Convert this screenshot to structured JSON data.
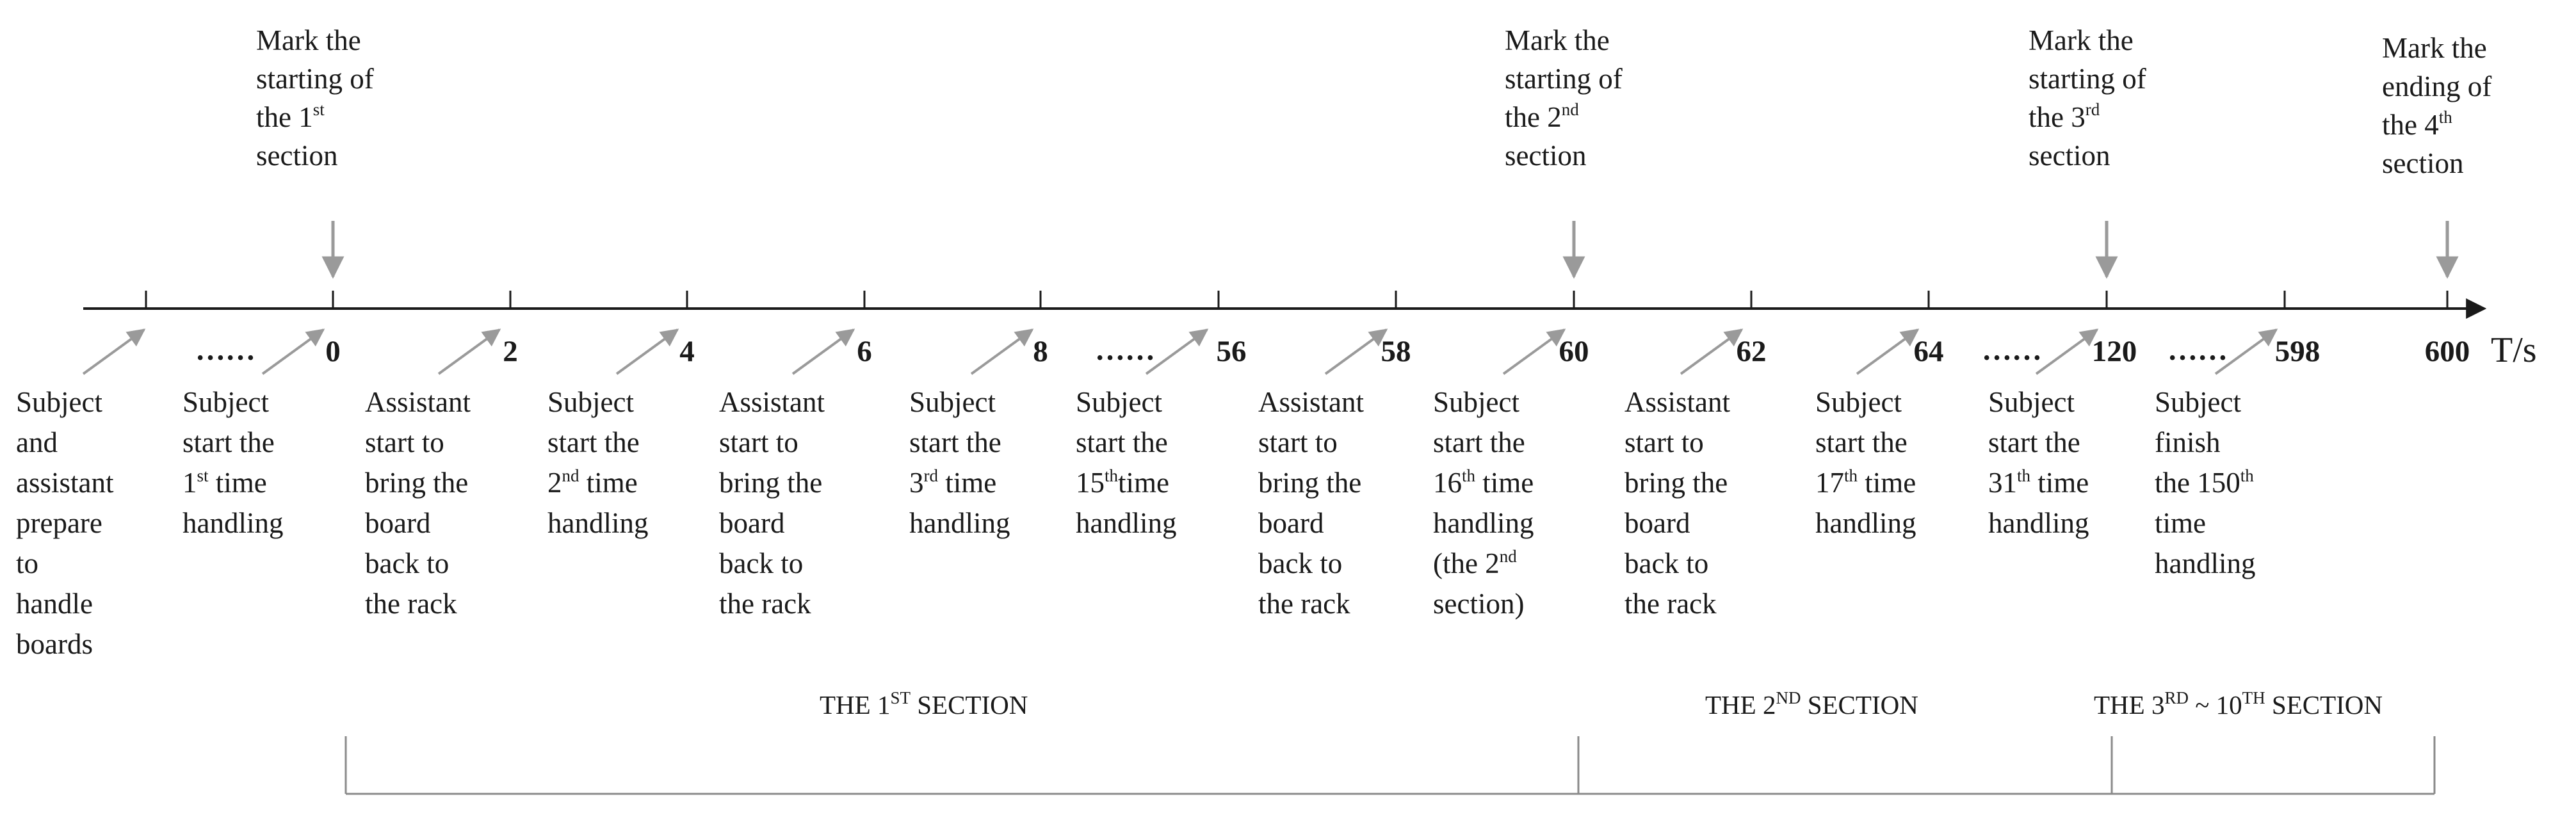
{
  "timeline": {
    "unit": "T/s",
    "ticks": [
      "0",
      "2",
      "4",
      "6",
      "8",
      "56",
      "58",
      "60",
      "62",
      "64",
      "120",
      "598",
      "600"
    ],
    "ellipsis": "……"
  },
  "markers": [
    {
      "lines": [
        [
          "Mark the"
        ],
        [
          "starting of"
        ],
        [
          "the 1",
          "st"
        ],
        [
          "section"
        ]
      ]
    },
    {
      "lines": [
        [
          "Mark the"
        ],
        [
          "starting of"
        ],
        [
          "the 2",
          "nd"
        ],
        [
          "section"
        ]
      ]
    },
    {
      "lines": [
        [
          "Mark the"
        ],
        [
          "starting of"
        ],
        [
          "the 3",
          "rd"
        ],
        [
          "section"
        ]
      ]
    },
    {
      "lines": [
        [
          "Mark the"
        ],
        [
          "ending of"
        ],
        [
          "the 4",
          "th"
        ],
        [
          "section"
        ]
      ]
    }
  ],
  "descriptions": [
    {
      "lines": [
        [
          "Subject"
        ],
        [
          "and"
        ],
        [
          "assistant"
        ],
        [
          "prepare"
        ],
        [
          "to"
        ],
        [
          "handle"
        ],
        [
          "boards"
        ]
      ]
    },
    {
      "lines": [
        [
          "Subject"
        ],
        [
          "start the"
        ],
        [
          "1",
          "st",
          " time"
        ],
        [
          "handling"
        ]
      ]
    },
    {
      "lines": [
        [
          "Assistant"
        ],
        [
          "start to"
        ],
        [
          "bring the"
        ],
        [
          "board"
        ],
        [
          "back to"
        ],
        [
          "the rack"
        ]
      ]
    },
    {
      "lines": [
        [
          "Subject"
        ],
        [
          "start the"
        ],
        [
          "2",
          "nd",
          " time"
        ],
        [
          "handling"
        ]
      ]
    },
    {
      "lines": [
        [
          "Assistant"
        ],
        [
          "start to"
        ],
        [
          "bring the"
        ],
        [
          "board"
        ],
        [
          "back to"
        ],
        [
          "the rack"
        ]
      ]
    },
    {
      "lines": [
        [
          "Subject"
        ],
        [
          "start the"
        ],
        [
          "3",
          "rd",
          " time"
        ],
        [
          "handling"
        ]
      ]
    },
    {
      "lines": [
        [
          "Subject"
        ],
        [
          "start the"
        ],
        [
          "15",
          "th",
          "time"
        ],
        [
          "handling"
        ]
      ]
    },
    {
      "lines": [
        [
          "Assistant"
        ],
        [
          "start to"
        ],
        [
          "bring the"
        ],
        [
          "board"
        ],
        [
          "back to"
        ],
        [
          "the rack"
        ]
      ]
    },
    {
      "lines": [
        [
          "Subject"
        ],
        [
          "start the"
        ],
        [
          "16",
          "th",
          " time"
        ],
        [
          "handling"
        ],
        [
          "(the 2",
          "nd"
        ],
        [
          "section)"
        ]
      ]
    },
    {
      "lines": [
        [
          "Assistant"
        ],
        [
          "start to"
        ],
        [
          "bring the"
        ],
        [
          "board"
        ],
        [
          "back to"
        ],
        [
          "the rack"
        ]
      ]
    },
    {
      "lines": [
        [
          "Subject"
        ],
        [
          "start the"
        ],
        [
          "17",
          "th",
          " time"
        ],
        [
          "handling"
        ]
      ]
    },
    {
      "lines": [
        [
          "Subject"
        ],
        [
          "start the"
        ],
        [
          "31",
          "th",
          " time"
        ],
        [
          "handling"
        ]
      ]
    },
    {
      "lines": [
        [
          "Subject"
        ],
        [
          "finish"
        ],
        [
          "the 150",
          "th"
        ],
        [
          "time"
        ],
        [
          "handling"
        ]
      ]
    }
  ],
  "sections": [
    {
      "parts": [
        "THE 1",
        "ST",
        " SECTION"
      ]
    },
    {
      "parts": [
        "THE 2",
        "ND",
        " SECTION"
      ]
    },
    {
      "parts": [
        "THE 3",
        "RD",
        " ~ 10",
        "TH",
        " SECTION"
      ]
    }
  ]
}
